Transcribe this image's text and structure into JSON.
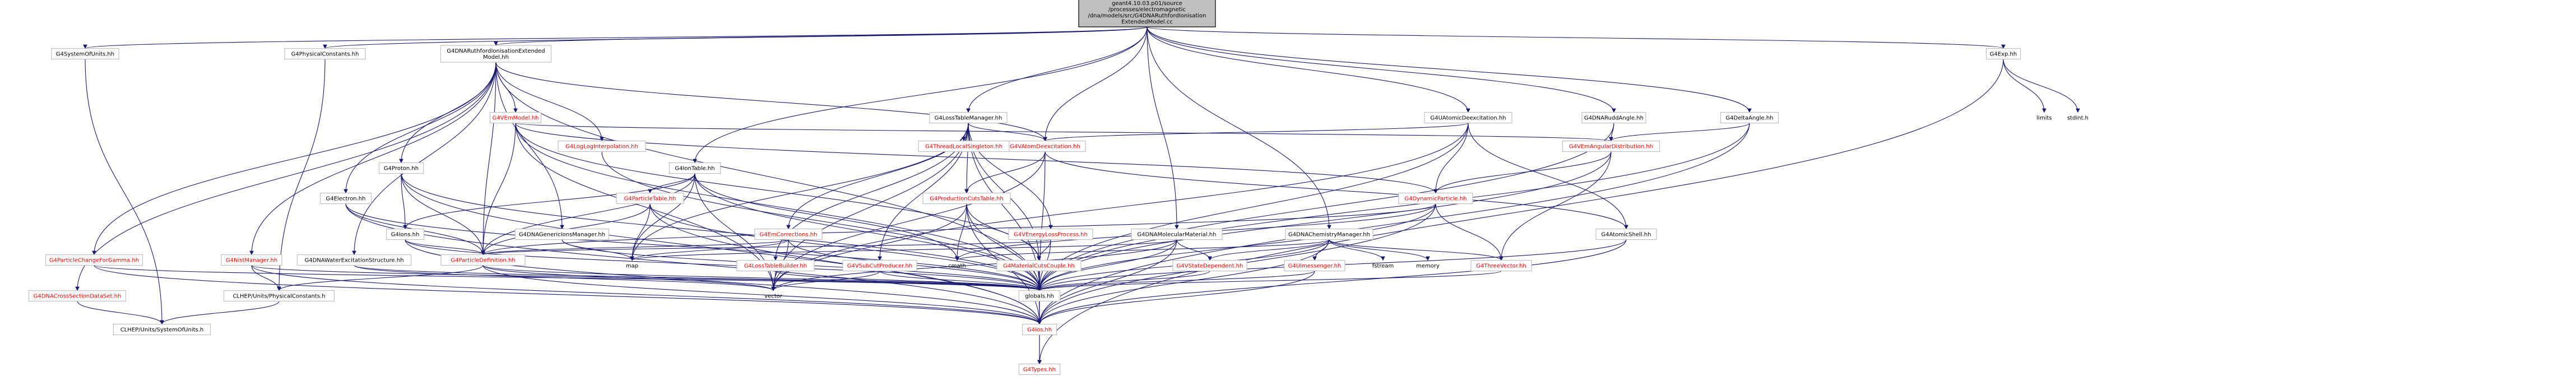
{
  "graph": {
    "colors": {
      "edge": "#191970",
      "root_fill": "#bfbfbf",
      "node_border": "#bfbfbf",
      "external_text": "#ff0000"
    },
    "nodes": [
      {
        "id": "root",
        "lines": [
          "geant4.10.03.p01/source",
          "/processes/electromagnetic",
          "/dna/models/src/G4DNARuthfordIonisation",
          "ExtendedModel.cc"
        ],
        "style": "root"
      },
      {
        "id": "G4SystemOfUnits",
        "lines": [
          "G4SystemOfUnits.hh"
        ],
        "style": "normal"
      },
      {
        "id": "G4PhysicalConstants",
        "lines": [
          "G4PhysicalConstants.hh"
        ],
        "style": "normal"
      },
      {
        "id": "ExtModelHh",
        "lines": [
          "G4DNARuthfordIonisationExtended",
          "Model.hh"
        ],
        "style": "normal"
      },
      {
        "id": "G4LossTableManager",
        "lines": [
          "G4LossTableManager.hh"
        ],
        "style": "normal"
      },
      {
        "id": "G4UAtomicDeexcitation",
        "lines": [
          "G4UAtomicDeexcitation.hh"
        ],
        "style": "normal"
      },
      {
        "id": "G4DNARuddAngle",
        "lines": [
          "G4DNARuddAngle.hh"
        ],
        "style": "normal"
      },
      {
        "id": "G4DeltaAngle",
        "lines": [
          "G4DeltaAngle.hh"
        ],
        "style": "normal"
      },
      {
        "id": "G4Exp",
        "lines": [
          "G4Exp.hh"
        ],
        "style": "normal"
      },
      {
        "id": "G4VEmModel",
        "lines": [
          "G4VEmModel.hh"
        ],
        "style": "red"
      },
      {
        "id": "G4LogLogInterpolation",
        "lines": [
          "G4LogLogInterpolation.hh"
        ],
        "style": "red"
      },
      {
        "id": "G4VAtomDeexcitation",
        "lines": [
          "G4VAtomDeexcitation.hh"
        ],
        "style": "red"
      },
      {
        "id": "G4ThreadLocalSingleton",
        "lines": [
          "G4ThreadLocalSingleton.hh"
        ],
        "style": "red"
      },
      {
        "id": "G4VEmAngularDistribution",
        "lines": [
          "G4VEmAngularDistribution.hh"
        ],
        "style": "red"
      },
      {
        "id": "G4Proton",
        "lines": [
          "G4Proton.hh"
        ],
        "style": "normal"
      },
      {
        "id": "G4IonTable",
        "lines": [
          "G4IonTable.hh"
        ],
        "style": "normal"
      },
      {
        "id": "G4Electron",
        "lines": [
          "G4Electron.hh"
        ],
        "style": "normal"
      },
      {
        "id": "G4DNAGenericIonsManager",
        "lines": [
          "G4DNAGenericIonsManager.hh"
        ],
        "style": "normal"
      },
      {
        "id": "G4ParticleTable",
        "lines": [
          "G4ParticleTable.hh"
        ],
        "style": "red"
      },
      {
        "id": "G4EmCorrections",
        "lines": [
          "G4EmCorrections.hh"
        ],
        "style": "red"
      },
      {
        "id": "G4ProductionCutsTable",
        "lines": [
          "G4ProductionCutsTable.hh"
        ],
        "style": "red"
      },
      {
        "id": "G4VEnergyLossProcess",
        "lines": [
          "G4VEnergyLossProcess.hh"
        ],
        "style": "red"
      },
      {
        "id": "G4DNAMolecularMaterial",
        "lines": [
          "G4DNAMolecularMaterial.hh"
        ],
        "style": "normal"
      },
      {
        "id": "G4DNAChemistryManager",
        "lines": [
          "G4DNAChemistryManager.hh"
        ],
        "style": "normal"
      },
      {
        "id": "G4DynamicParticle",
        "lines": [
          "G4DynamicParticle.hh"
        ],
        "style": "red"
      },
      {
        "id": "G4AtomicShell",
        "lines": [
          "G4AtomicShell.hh"
        ],
        "style": "normal"
      },
      {
        "id": "G4Ions",
        "lines": [
          "G4Ions.hh"
        ],
        "style": "normal"
      },
      {
        "id": "G4ParticleChangeForGamma",
        "lines": [
          "G4ParticleChangeForGamma.hh"
        ],
        "style": "red"
      },
      {
        "id": "G4NistManager",
        "lines": [
          "G4NistManager.hh"
        ],
        "style": "red"
      },
      {
        "id": "G4DNAWaterExcitationStructure",
        "lines": [
          "G4DNAWaterExcitationStructure.hh"
        ],
        "style": "normal"
      },
      {
        "id": "G4ParticleDefinition",
        "lines": [
          "G4ParticleDefinition.hh"
        ],
        "style": "red"
      },
      {
        "id": "map",
        "lines": [
          "map"
        ],
        "style": "plain"
      },
      {
        "id": "G4LossTableBuilder",
        "lines": [
          "G4LossTableBuilder.hh"
        ],
        "style": "red"
      },
      {
        "id": "G4VSubCutProducer",
        "lines": [
          "G4VSubCutProducer.hh"
        ],
        "style": "red"
      },
      {
        "id": "cmath",
        "lines": [
          "cmath"
        ],
        "style": "plain"
      },
      {
        "id": "G4MaterialCutsCouple",
        "lines": [
          "G4MaterialCutsCouple.hh"
        ],
        "style": "red"
      },
      {
        "id": "G4VStateDependent",
        "lines": [
          "G4VStateDependent.hh"
        ],
        "style": "red"
      },
      {
        "id": "G4UImessenger",
        "lines": [
          "G4UImessenger.hh"
        ],
        "style": "red"
      },
      {
        "id": "fstream",
        "lines": [
          "fstream"
        ],
        "style": "plain"
      },
      {
        "id": "memory",
        "lines": [
          "memory"
        ],
        "style": "plain"
      },
      {
        "id": "G4ThreeVector",
        "lines": [
          "G4ThreeVector.hh"
        ],
        "style": "red"
      },
      {
        "id": "limits",
        "lines": [
          "limits"
        ],
        "style": "plain"
      },
      {
        "id": "stdint",
        "lines": [
          "stdint.h"
        ],
        "style": "plain"
      },
      {
        "id": "G4DNACrossSectionDataSet",
        "lines": [
          "G4DNACrossSectionDataSet.hh"
        ],
        "style": "red"
      },
      {
        "id": "CLHEPPhys",
        "lines": [
          "CLHEP/Units/PhysicalConstants.h"
        ],
        "style": "normal"
      },
      {
        "id": "vector",
        "lines": [
          "vector"
        ],
        "style": "plain"
      },
      {
        "id": "globals",
        "lines": [
          "globals.hh"
        ],
        "style": "normal"
      },
      {
        "id": "CLHEPUnits",
        "lines": [
          "CLHEP/Units/SystemOfUnits.h"
        ],
        "style": "normal"
      },
      {
        "id": "G4ios",
        "lines": [
          "G4ios.hh"
        ],
        "style": "red"
      },
      {
        "id": "G4Types",
        "lines": [
          "G4Types.hh"
        ],
        "style": "red"
      }
    ],
    "edges": [
      [
        "root",
        "G4SystemOfUnits"
      ],
      [
        "root",
        "G4PhysicalConstants"
      ],
      [
        "root",
        "ExtModelHh"
      ],
      [
        "root",
        "G4LossTableManager"
      ],
      [
        "root",
        "G4UAtomicDeexcitation"
      ],
      [
        "root",
        "G4DNARuddAngle"
      ],
      [
        "root",
        "G4DeltaAngle"
      ],
      [
        "root",
        "G4Exp"
      ],
      [
        "root",
        "G4VAtomDeexcitation"
      ],
      [
        "root",
        "G4DNAMolecularMaterial"
      ],
      [
        "root",
        "G4IonTable"
      ],
      [
        "root",
        "G4DNAChemistryManager"
      ],
      [
        "G4SystemOfUnits",
        "CLHEPUnits"
      ],
      [
        "G4PhysicalConstants",
        "CLHEPPhys"
      ],
      [
        "ExtModelHh",
        "G4VEmModel"
      ],
      [
        "ExtModelHh",
        "G4LogLogInterpolation"
      ],
      [
        "ExtModelHh",
        "G4Proton"
      ],
      [
        "ExtModelHh",
        "G4Electron"
      ],
      [
        "ExtModelHh",
        "G4DNAGenericIonsManager"
      ],
      [
        "ExtModelHh",
        "G4ParticleChangeForGamma"
      ],
      [
        "ExtModelHh",
        "G4NistManager"
      ],
      [
        "ExtModelHh",
        "G4DNAWaterExcitationStructure"
      ],
      [
        "ExtModelHh",
        "G4DNACrossSectionDataSet"
      ],
      [
        "ExtModelHh",
        "G4ParticleDefinition"
      ],
      [
        "ExtModelHh",
        "G4VAtomDeexcitation"
      ],
      [
        "ExtModelHh",
        "globals"
      ],
      [
        "G4VEmModel",
        "G4ParticleDefinition"
      ],
      [
        "G4VEmModel",
        "G4DynamicParticle"
      ],
      [
        "G4VEmModel",
        "G4VEmAngularDistribution"
      ],
      [
        "G4VEmModel",
        "G4MaterialCutsCouple"
      ],
      [
        "G4VEmModel",
        "globals"
      ],
      [
        "G4VEmModel",
        "vector"
      ],
      [
        "G4LogLogInterpolation",
        "globals"
      ],
      [
        "G4LossTableManager",
        "G4EmCorrections"
      ],
      [
        "G4LossTableManager",
        "G4ProductionCutsTable"
      ],
      [
        "G4LossTableManager",
        "G4VEnergyLossProcess"
      ],
      [
        "G4LossTableManager",
        "G4LossTableBuilder"
      ],
      [
        "G4LossTableManager",
        "G4VSubCutProducer"
      ],
      [
        "G4LossTableManager",
        "G4ThreadLocalSingleton"
      ],
      [
        "G4LossTableManager",
        "G4VAtomDeexcitation"
      ],
      [
        "G4LossTableManager",
        "G4MaterialCutsCouple"
      ],
      [
        "G4LossTableManager",
        "globals"
      ],
      [
        "G4LossTableManager",
        "map"
      ],
      [
        "G4LossTableManager",
        "vector"
      ],
      [
        "G4UAtomicDeexcitation",
        "G4VAtomDeexcitation"
      ],
      [
        "G4UAtomicDeexcitation",
        "G4AtomicShell"
      ],
      [
        "G4UAtomicDeexcitation",
        "G4DynamicParticle"
      ],
      [
        "G4UAtomicDeexcitation",
        "globals"
      ],
      [
        "G4UAtomicDeexcitation",
        "vector"
      ],
      [
        "G4DNARuddAngle",
        "G4VEmAngularDistribution"
      ],
      [
        "G4DNARuddAngle",
        "globals"
      ],
      [
        "G4DeltaAngle",
        "G4VEmAngularDistribution"
      ],
      [
        "G4DeltaAngle",
        "globals"
      ],
      [
        "G4DeltaAngle",
        "G4ios"
      ],
      [
        "G4Exp",
        "limits"
      ],
      [
        "G4Exp",
        "stdint"
      ],
      [
        "G4Exp",
        "G4Types"
      ],
      [
        "G4VAtomDeexcitation",
        "G4AtomicShell"
      ],
      [
        "G4VAtomDeexcitation",
        "G4ProductionCutsTable"
      ],
      [
        "G4VAtomDeexcitation",
        "globals"
      ],
      [
        "G4VAtomDeexcitation",
        "vector"
      ],
      [
        "G4VEmAngularDistribution",
        "G4DynamicParticle"
      ],
      [
        "G4VEmAngularDistribution",
        "G4ThreeVector"
      ],
      [
        "G4VEmAngularDistribution",
        "globals"
      ],
      [
        "G4Proton",
        "G4ParticleDefinition"
      ],
      [
        "G4Proton",
        "G4Ions"
      ],
      [
        "G4Proton",
        "globals"
      ],
      [
        "G4Proton",
        "G4ios"
      ],
      [
        "G4IonTable",
        "G4ParticleTable"
      ],
      [
        "G4IonTable",
        "G4ParticleDefinition"
      ],
      [
        "G4IonTable",
        "G4Ions"
      ],
      [
        "G4IonTable",
        "globals"
      ],
      [
        "G4IonTable",
        "vector"
      ],
      [
        "G4IonTable",
        "map"
      ],
      [
        "G4IonTable",
        "cmath"
      ],
      [
        "G4Electron",
        "G4ParticleDefinition"
      ],
      [
        "G4Electron",
        "G4ios"
      ],
      [
        "G4Electron",
        "globals"
      ],
      [
        "G4DNAGenericIonsManager",
        "globals"
      ],
      [
        "G4DNAGenericIonsManager",
        "map"
      ],
      [
        "G4ParticleTable",
        "G4ParticleDefinition"
      ],
      [
        "G4ParticleTable",
        "map"
      ],
      [
        "G4ParticleTable",
        "globals"
      ],
      [
        "G4ParticleTable",
        "G4ios"
      ],
      [
        "G4EmCorrections",
        "G4ParticleDefinition"
      ],
      [
        "G4EmCorrections",
        "globals"
      ],
      [
        "G4EmCorrections",
        "map"
      ],
      [
        "G4EmCorrections",
        "vector"
      ],
      [
        "G4ProductionCutsTable",
        "G4MaterialCutsCouple"
      ],
      [
        "G4ProductionCutsTable",
        "globals"
      ],
      [
        "G4ProductionCutsTable",
        "cmath"
      ],
      [
        "G4ProductionCutsTable",
        "vector"
      ],
      [
        "G4ProductionCutsTable",
        "G4ios"
      ],
      [
        "G4VEnergyLossProcess",
        "G4MaterialCutsCouple"
      ],
      [
        "G4VEnergyLossProcess",
        "globals"
      ],
      [
        "G4VEnergyLossProcess",
        "G4ParticleDefinition"
      ],
      [
        "G4LossTableBuilder",
        "globals"
      ],
      [
        "G4LossTableBuilder",
        "vector"
      ],
      [
        "G4VSubCutProducer",
        "globals"
      ],
      [
        "G4VSubCutProducer",
        "vector"
      ],
      [
        "G4MaterialCutsCouple",
        "globals"
      ],
      [
        "G4MaterialCutsCouple",
        "G4ios"
      ],
      [
        "G4DNAMolecularMaterial",
        "G4VStateDependent"
      ],
      [
        "G4DNAMolecularMaterial",
        "globals"
      ],
      [
        "G4DNAMolecularMaterial",
        "map"
      ],
      [
        "G4DNAMolecularMaterial",
        "vector"
      ],
      [
        "G4DNAMolecularMaterial",
        "G4ios"
      ],
      [
        "G4DNAChemistryManager",
        "G4VStateDependent"
      ],
      [
        "G4DNAChemistryManager",
        "G4UImessenger"
      ],
      [
        "G4DNAChemistryManager",
        "fstream"
      ],
      [
        "G4DNAChemistryManager",
        "memory"
      ],
      [
        "G4DNAChemistryManager",
        "G4ThreeVector"
      ],
      [
        "G4DNAChemistryManager",
        "globals"
      ],
      [
        "G4DNAChemistryManager",
        "cmath"
      ],
      [
        "G4DNAChemistryManager",
        "G4ios"
      ],
      [
        "G4DynamicParticle",
        "G4ThreeVector"
      ],
      [
        "G4DynamicParticle",
        "G4ParticleDefinition"
      ],
      [
        "G4DynamicParticle",
        "globals"
      ],
      [
        "G4DynamicParticle",
        "G4ios"
      ],
      [
        "G4DynamicParticle",
        "cmath"
      ],
      [
        "G4AtomicShell",
        "globals"
      ],
      [
        "G4AtomicShell",
        "G4ios"
      ],
      [
        "G4Ions",
        "G4ParticleDefinition"
      ],
      [
        "G4Ions",
        "globals"
      ],
      [
        "G4Ions",
        "G4ios"
      ],
      [
        "G4ParticleChangeForGamma",
        "globals"
      ],
      [
        "G4ParticleChangeForGamma",
        "G4ios"
      ],
      [
        "G4NistManager",
        "globals"
      ],
      [
        "G4NistManager",
        "CLHEPPhys"
      ],
      [
        "G4NistManager",
        "G4ios"
      ],
      [
        "G4DNAWaterExcitationStructure",
        "globals"
      ],
      [
        "G4DNAWaterExcitationStructure",
        "vector"
      ],
      [
        "G4ParticleDefinition",
        "globals"
      ],
      [
        "G4ParticleDefinition",
        "vector"
      ],
      [
        "G4ParticleDefinition",
        "G4ios"
      ],
      [
        "G4ParticleDefinition",
        "CLHEPPhys"
      ],
      [
        "G4VStateDependent",
        "globals"
      ],
      [
        "G4UImessenger",
        "globals"
      ],
      [
        "G4UImessenger",
        "G4ios"
      ],
      [
        "G4ThreeVector",
        "globals"
      ],
      [
        "G4DNACrossSectionDataSet",
        "CLHEPUnits"
      ],
      [
        "CLHEPPhys",
        "CLHEPUnits"
      ],
      [
        "globals",
        "G4ios"
      ],
      [
        "globals",
        "G4Types"
      ],
      [
        "G4ios",
        "G4Types"
      ]
    ]
  }
}
